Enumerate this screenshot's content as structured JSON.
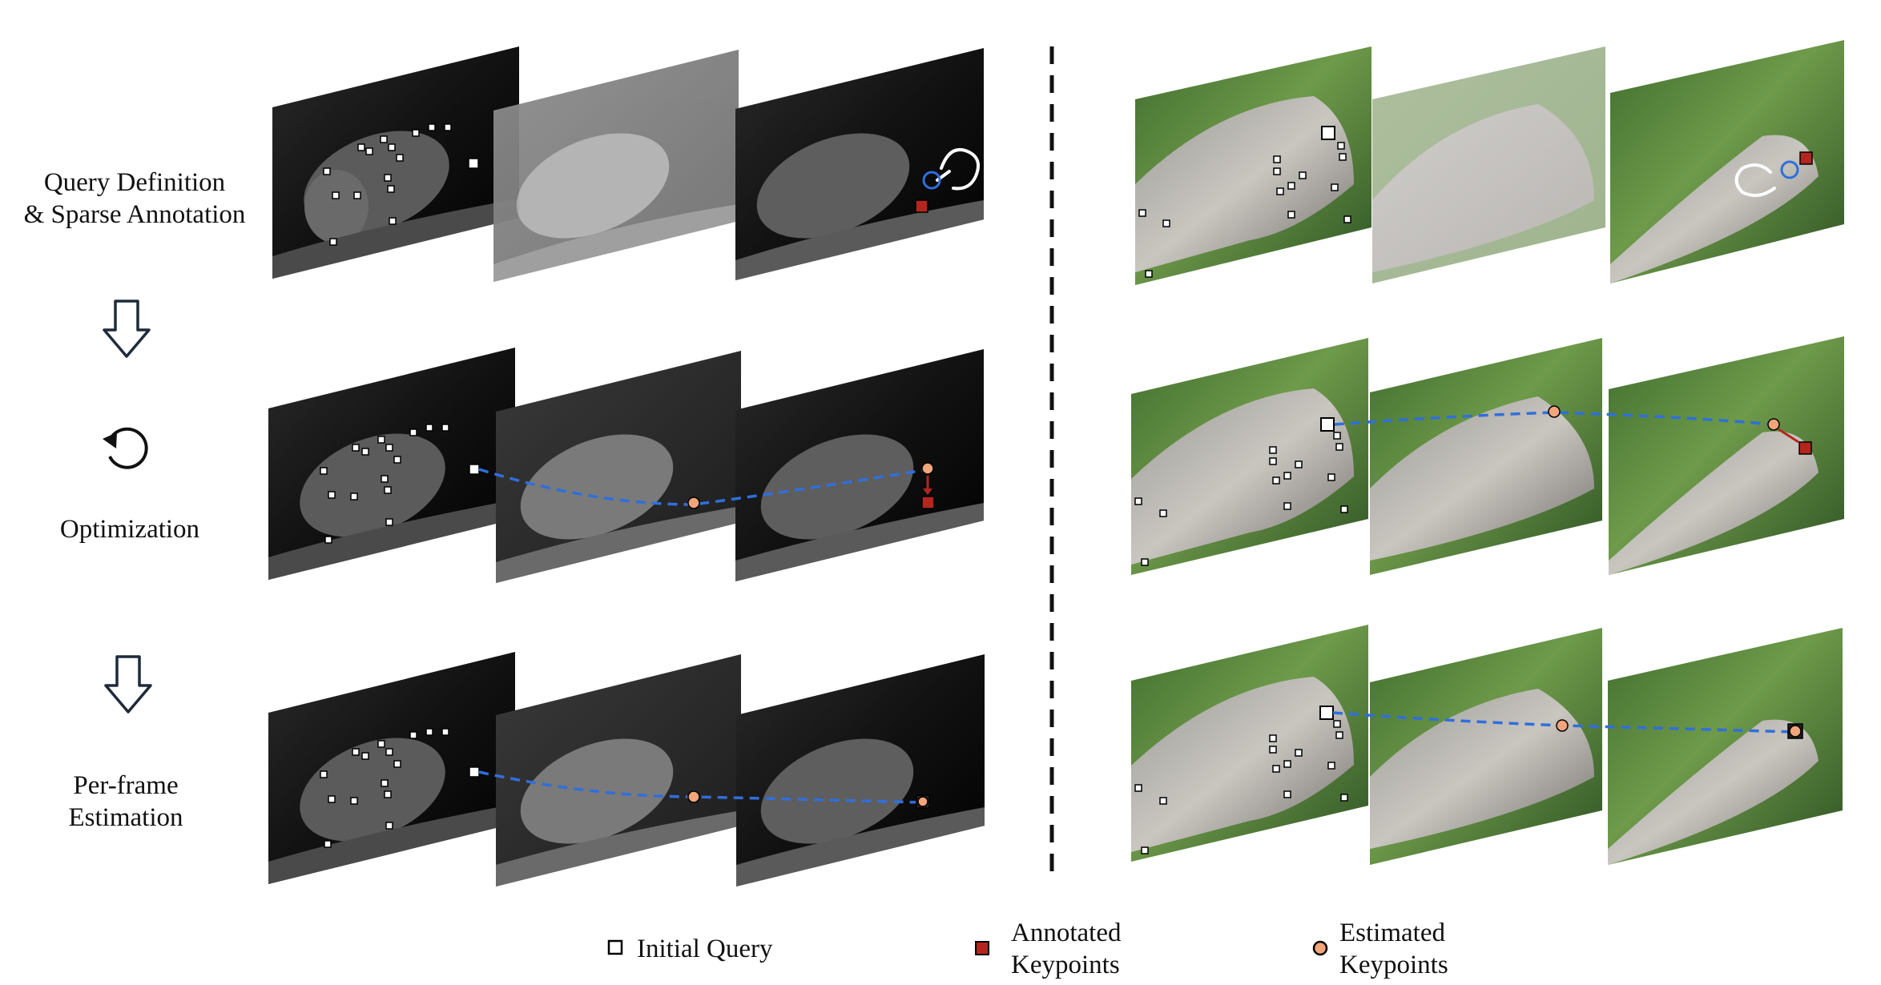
{
  "stages": [
    {
      "id": "query",
      "lines": [
        "Query Definition",
        "& Sparse Annotation"
      ]
    },
    {
      "id": "optimization",
      "lines": [
        "Optimization"
      ]
    },
    {
      "id": "estimation",
      "lines": [
        "Per-frame",
        "Estimation"
      ]
    }
  ],
  "legend": {
    "initial_query": {
      "lines": [
        "Initial Query"
      ],
      "marker": "white-square"
    },
    "annotated": {
      "lines": [
        "Annotated",
        "Keypoints"
      ],
      "marker": "red-square"
    },
    "estimated": {
      "lines": [
        "Estimated",
        "Keypoints"
      ],
      "marker": "orange-circle"
    }
  },
  "colors": {
    "annotated": "#b3261e",
    "estimated": "#f2a57a",
    "track": "#2f6fdc",
    "query": "#ffffff",
    "divider": "#111111"
  },
  "icons": [
    "down-arrow-icon",
    "refresh-icon",
    "hand-pointer-icon"
  ]
}
